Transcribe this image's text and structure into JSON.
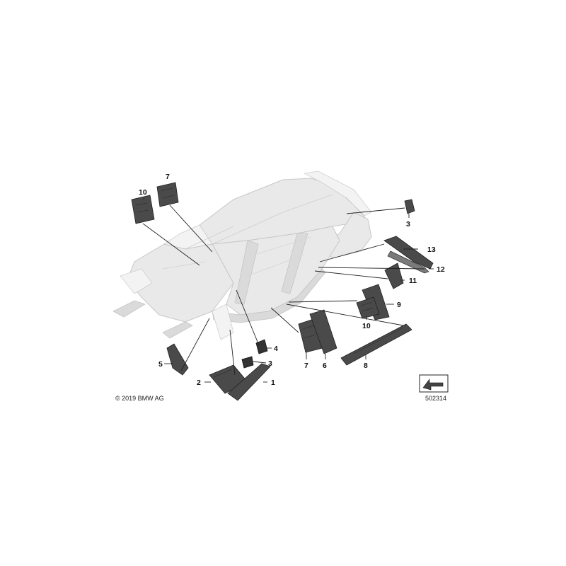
{
  "diagram": {
    "callouts": [
      {
        "id": "c10a",
        "label": "10"
      },
      {
        "id": "c7a",
        "label": "7"
      },
      {
        "id": "c3a",
        "label": "3"
      },
      {
        "id": "c13",
        "label": "13"
      },
      {
        "id": "c12",
        "label": "12"
      },
      {
        "id": "c11",
        "label": "11"
      },
      {
        "id": "c9",
        "label": "9"
      },
      {
        "id": "c10b",
        "label": "10"
      },
      {
        "id": "c4",
        "label": "4"
      },
      {
        "id": "c3b",
        "label": "3"
      },
      {
        "id": "c5",
        "label": "5"
      },
      {
        "id": "c2",
        "label": "2"
      },
      {
        "id": "c1",
        "label": "1"
      },
      {
        "id": "c7b",
        "label": "7"
      },
      {
        "id": "c6",
        "label": "6"
      },
      {
        "id": "c8",
        "label": "8"
      }
    ],
    "copyright": "© 2019 BMW AG",
    "reference_number": "502314",
    "colors": {
      "body": "#e9e9e9",
      "part": "#4a4a4a",
      "line": "#222222"
    }
  }
}
